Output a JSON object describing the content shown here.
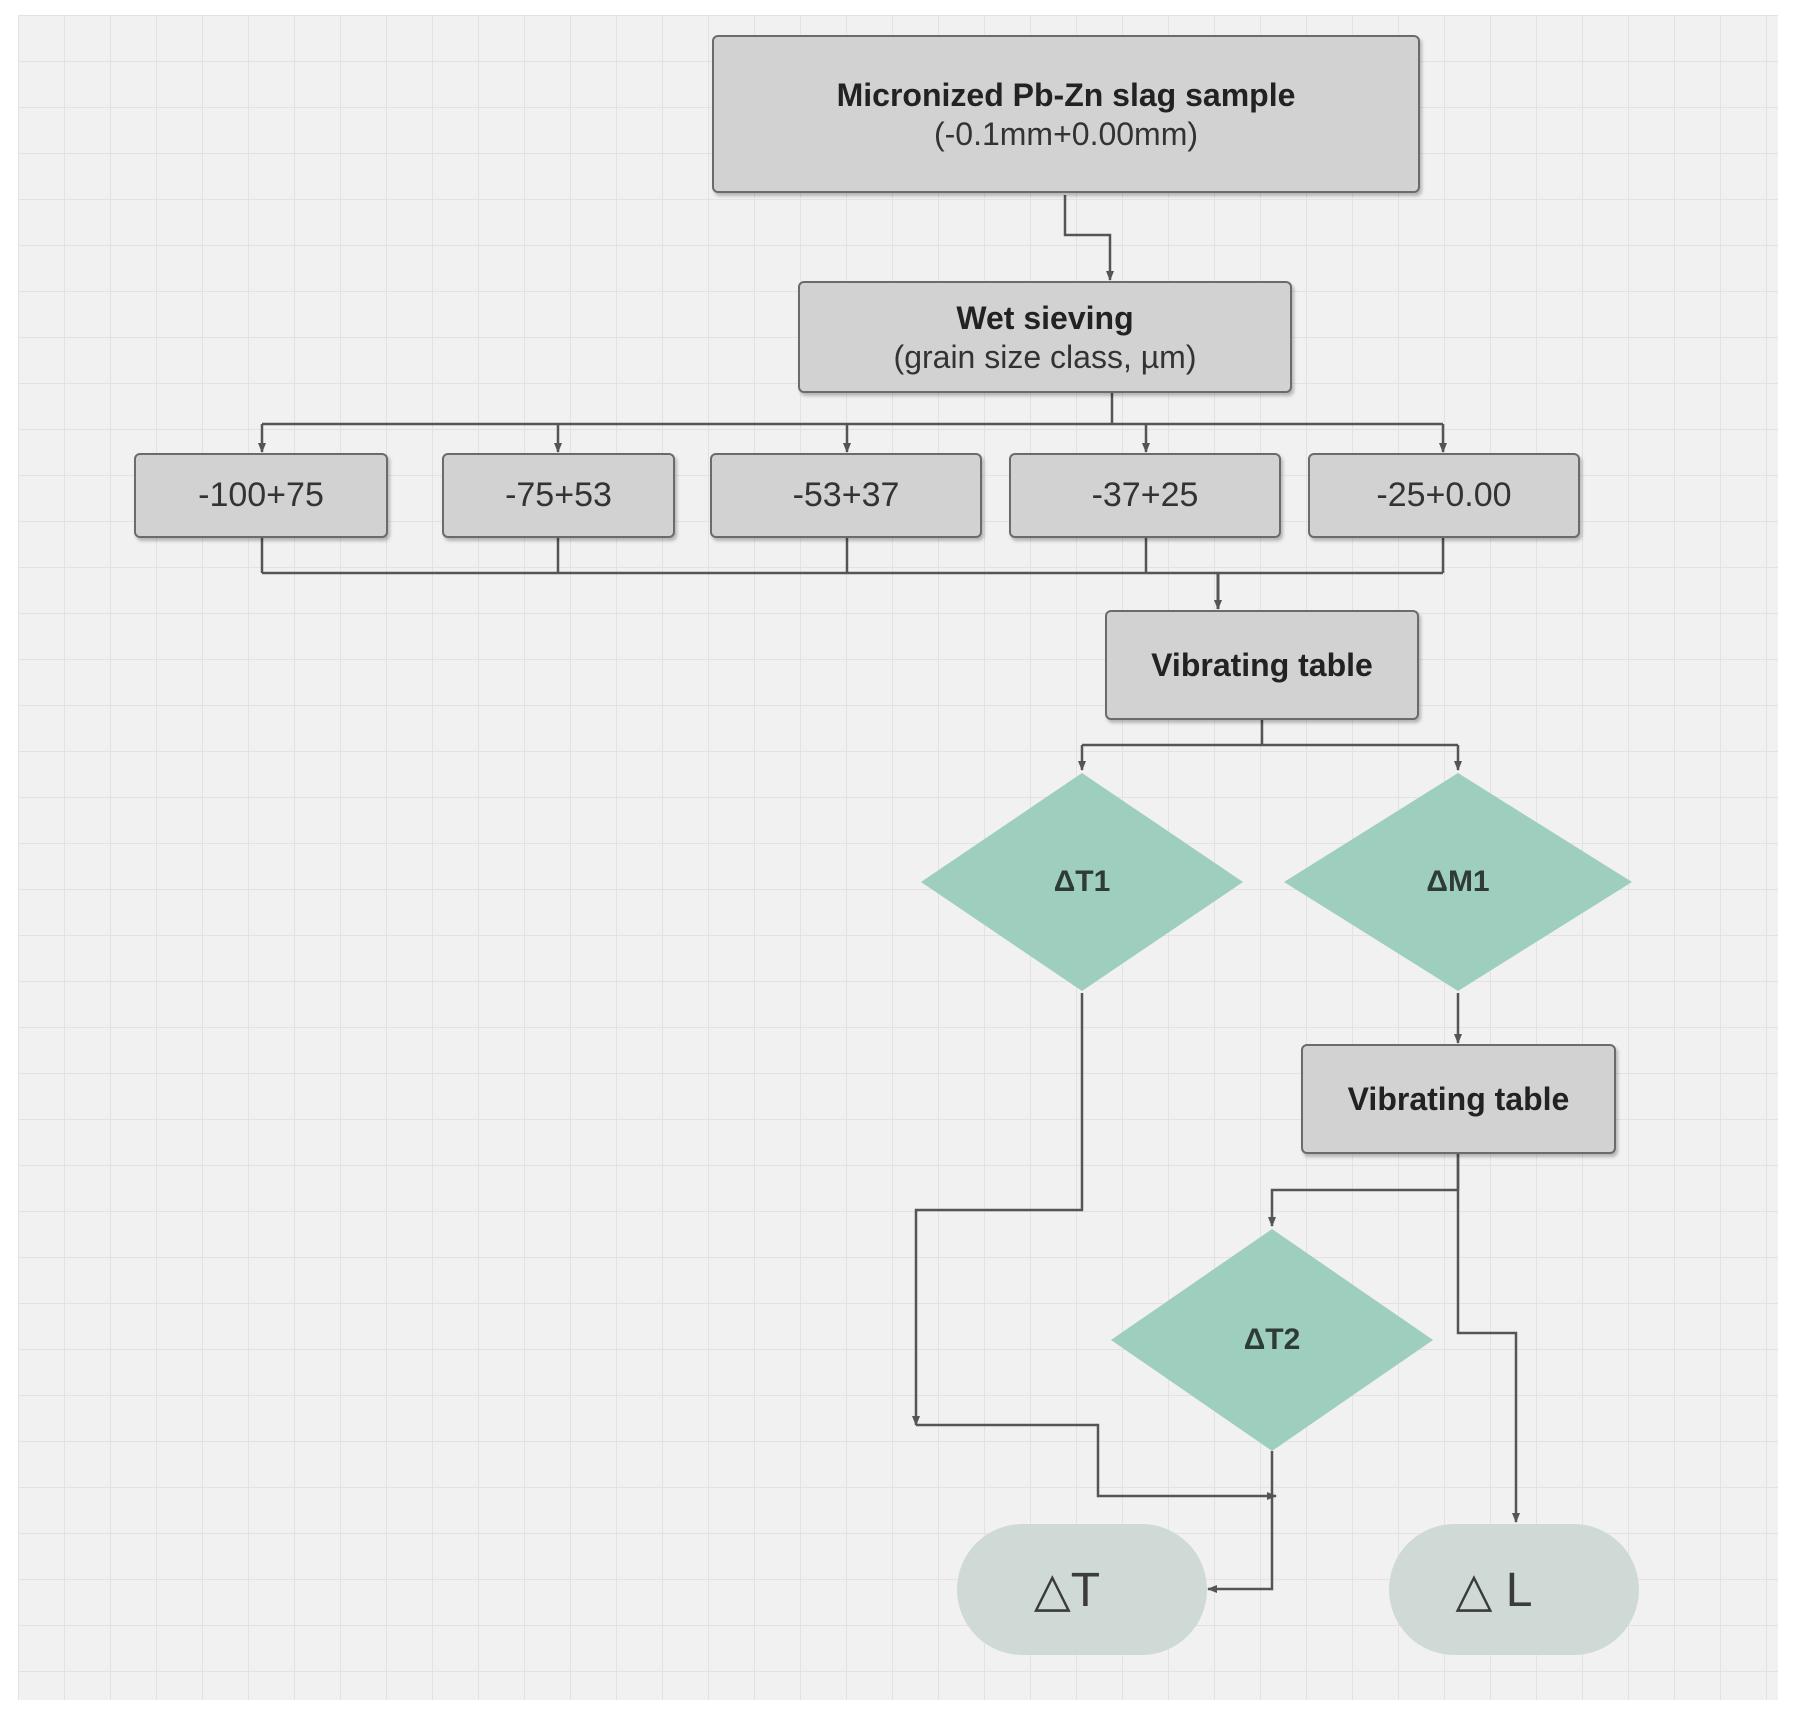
{
  "start": {
    "title": "Micronized Pb-Zn slag sample",
    "subtitle": "(-0.1mm+0.00mm)"
  },
  "sieving": {
    "title": "Wet sieving",
    "subtitle": "(grain size class, µm)"
  },
  "classes": [
    "-100+75",
    "-75+53",
    "-53+37",
    "-37+25",
    "-25+0.00"
  ],
  "table1": {
    "title": "Vibrating table"
  },
  "table2": {
    "title": "Vibrating table"
  },
  "decisions": {
    "t1": "ΔT1",
    "m1": "ΔM1",
    "t2": "ΔT2"
  },
  "outputs": {
    "t": "△T",
    "l": "△ L"
  },
  "colors": {
    "box": "#d2d2d2",
    "decision": "#9ecfbe",
    "terminal": "#cfdad6",
    "line": "#555555"
  }
}
